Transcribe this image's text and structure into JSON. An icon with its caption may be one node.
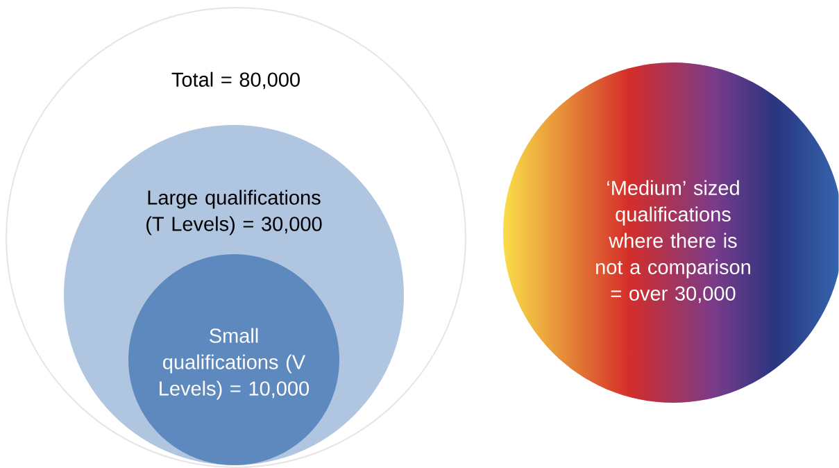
{
  "diagram": {
    "nodes": [
      {
        "text": [
          "Total = 80,000"
        ]
      },
      {
        "text": [
          "Large qualifications (T Levels) = 30,000"
        ],
        "in": 0
      },
      {
        "text": [
          "Small qualifications (V Levels) = 10,000"
        ],
        "in": 1
      },
      {
        "text": [
          "‘Medium’ sized qualifications where there is not a comparison = over 30,000"
        ]
      }
    ]
  }
}
